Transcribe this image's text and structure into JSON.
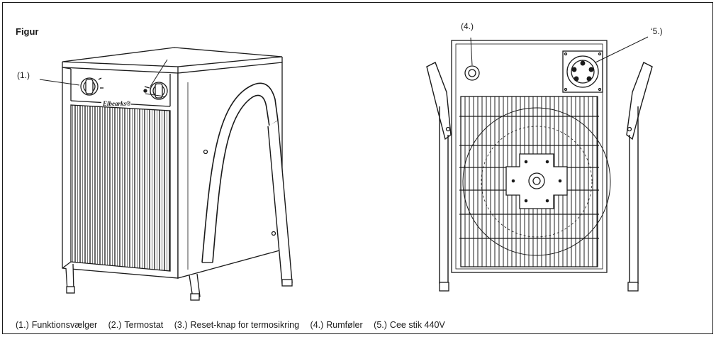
{
  "figure": {
    "title": "Figur",
    "callouts": {
      "c1": "(1.)",
      "c4": "(4.)",
      "c5": "‘5.)"
    },
    "brand": "Elbearks®",
    "caption": [
      {
        "num": "(1.)",
        "text": "Funktionsvælger"
      },
      {
        "num": "(2.)",
        "text": "Termostat"
      },
      {
        "num": "(3.)",
        "text": "Reset-knap for termosikring"
      },
      {
        "num": "(4.)",
        "text": "Rumføler"
      },
      {
        "num": "(5.)",
        "text": "Cee stik 440V"
      }
    ]
  }
}
